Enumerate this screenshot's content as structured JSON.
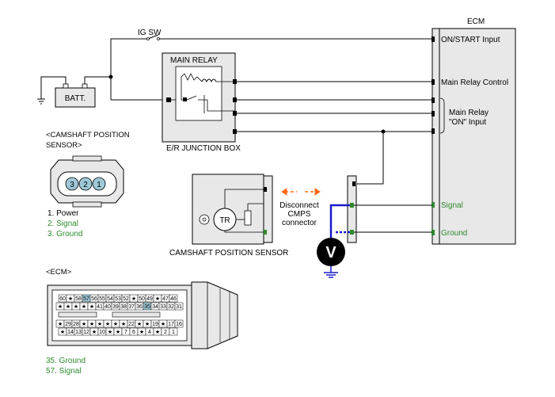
{
  "colors": {
    "ground_signal": "#2e8b2e",
    "meter_lead": "#1a1acd",
    "disconnect_arrows": "#ff6a1a",
    "box_fill": "#e8e8e8",
    "pin_highlight": "#9ec8d8"
  },
  "labels": {
    "ig_sw": "IG SW",
    "batt": "BATT.",
    "main_relay": "MAIN RELAY",
    "er_junction_box": "E/R JUNCTION BOX",
    "ecm_title": "ECM",
    "on_start_input": "ON/START Input",
    "main_relay_control": "Main Relay Control",
    "main_relay_on_line1": "Main Relay",
    "main_relay_on_line2": "\"ON\" Input",
    "signal": "Signal",
    "ground": "Ground",
    "disconnect_line1": "Disconnect",
    "disconnect_line2": "CMPS",
    "disconnect_line3": "connector",
    "tr": "TR",
    "camshaft_sensor": "CAMSHAFT POSITION SENSOR",
    "voltmeter": "V"
  },
  "sensor_connector": {
    "title_line1": "<CAMSHAFT POSITION",
    "title_line2": "SENSOR>",
    "pins": [
      "3",
      "2",
      "1"
    ],
    "legend": [
      "1. Power",
      "2. Signal",
      "3. Ground"
    ]
  },
  "ecm_connector": {
    "title": "<ECM>",
    "row1": [
      "60",
      "★",
      "58",
      "57",
      "56",
      "55",
      "54",
      "53",
      "52",
      "★",
      "50",
      "49",
      "★",
      "47",
      "46"
    ],
    "row2": [
      "★",
      "★",
      "★",
      "★",
      "★",
      "41",
      "40",
      "39",
      "38",
      "37",
      "36",
      "35",
      "34",
      "33",
      "32",
      "31"
    ],
    "row3": [
      "★",
      "29",
      "28",
      "★",
      "★",
      "★",
      "★",
      "★",
      "★",
      "22",
      "★",
      "★",
      "19",
      "★",
      "17",
      "16"
    ],
    "row4": [
      "★",
      "14",
      "13",
      "12",
      "★",
      "10",
      "★",
      "★",
      "7",
      "6",
      "★",
      "4",
      "★",
      "2",
      "1"
    ],
    "highlighted": [
      "57",
      "35"
    ],
    "legend": [
      "35. Ground",
      "57. Signal"
    ]
  }
}
